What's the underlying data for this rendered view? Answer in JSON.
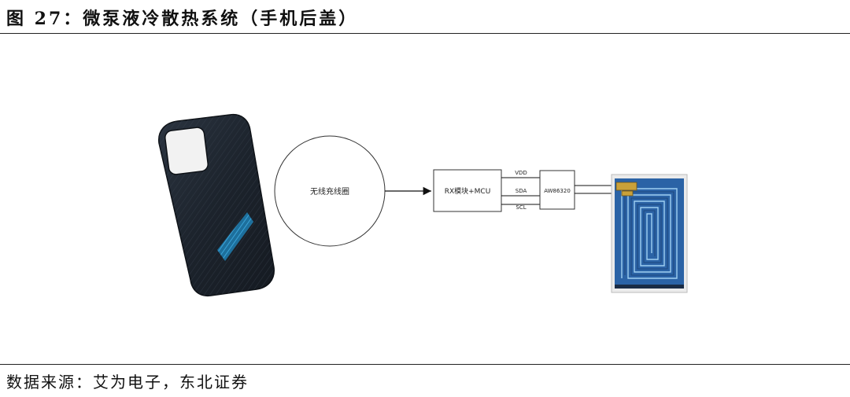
{
  "figure_title": "图 27：微泵液冷散热系统（手机后盖）",
  "diagram": {
    "coil_label": "无线充线圈",
    "module_label": "RX模块+MCU",
    "chip_label": "AW86320",
    "signals": [
      "VDD",
      "SDA",
      "SCL"
    ]
  },
  "source": "数据来源：艾为电子，东北证券"
}
